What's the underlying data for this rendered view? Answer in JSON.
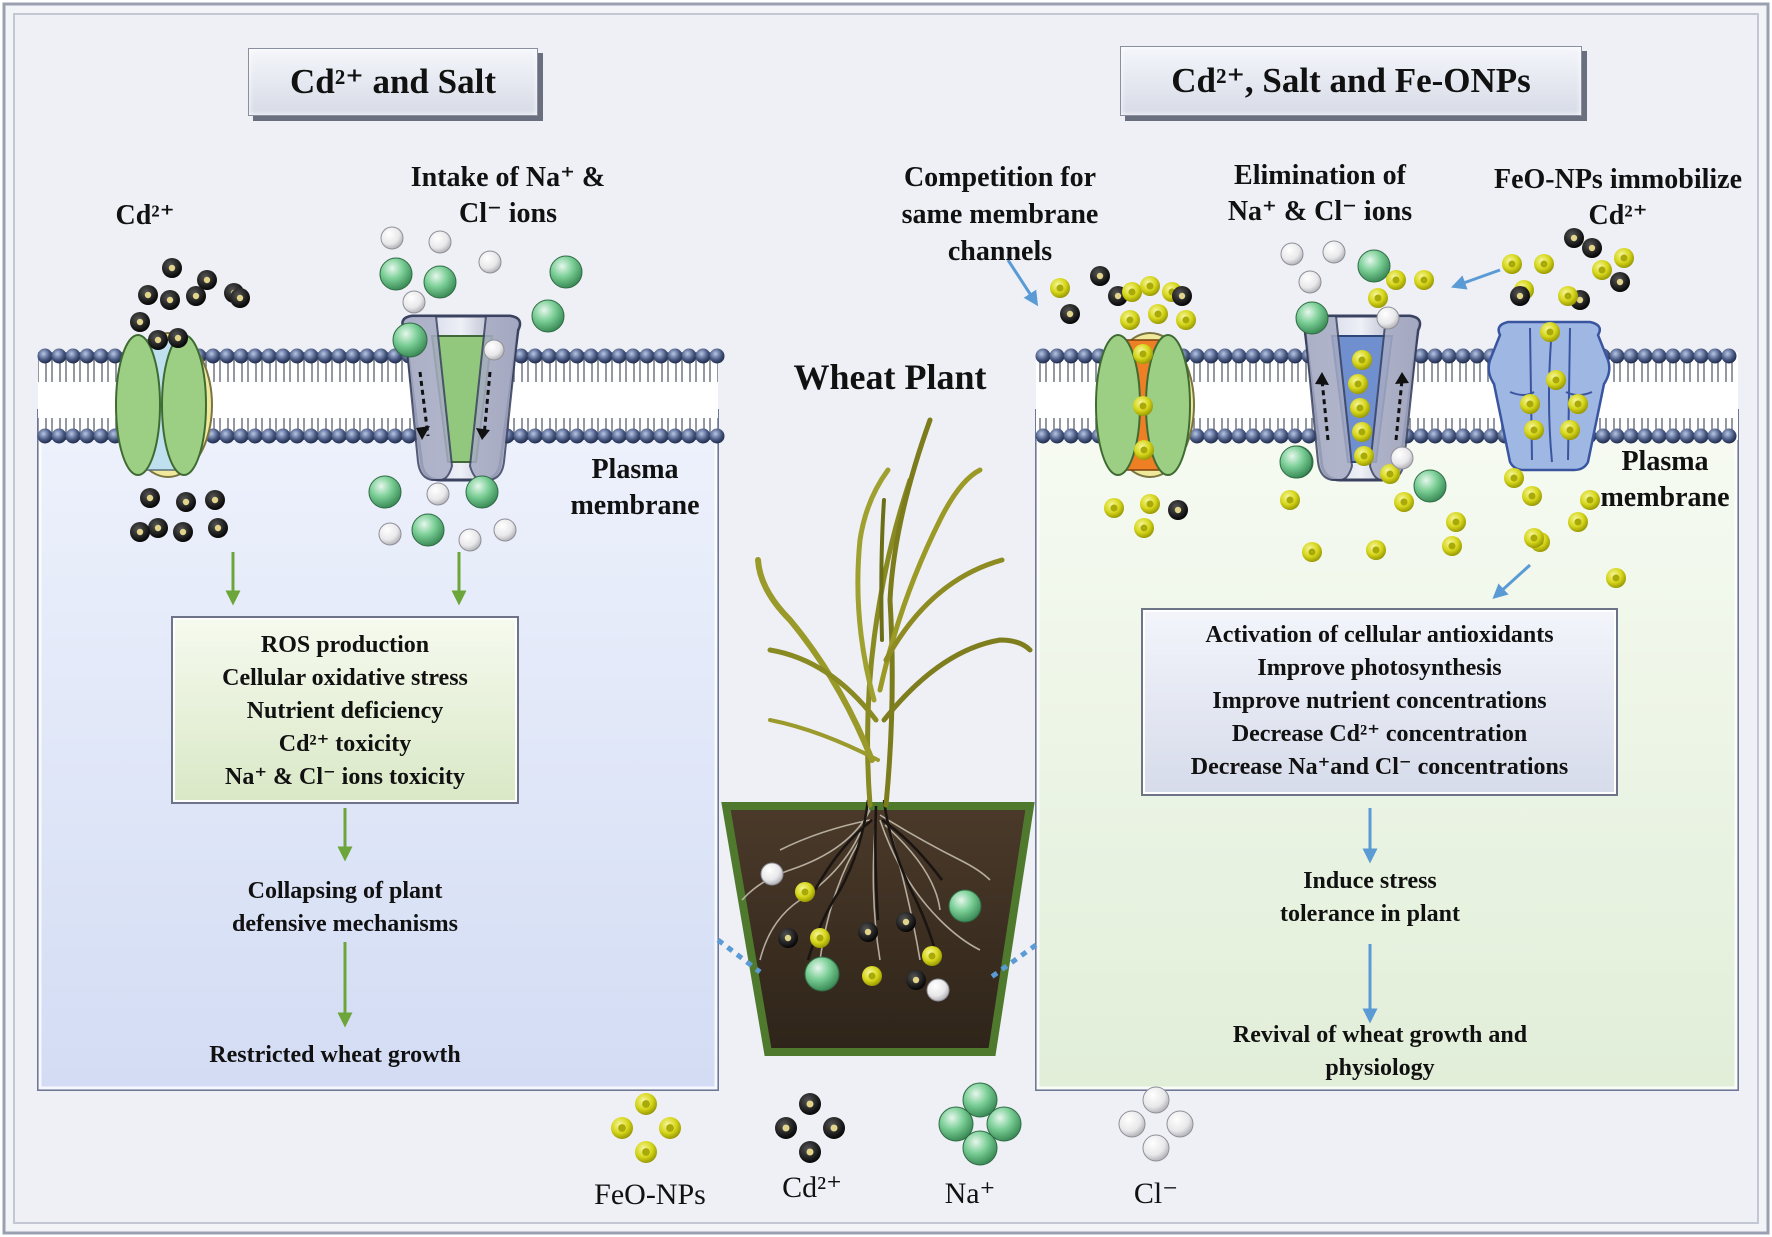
{
  "left_panel": {
    "title": "Cd²⁺ and Salt",
    "cd_label": "Cd²⁺",
    "intake_label_line1": "Intake of Na⁺ &",
    "intake_label_line2": "Cl⁻ ions",
    "membrane_label_line1": "Plasma",
    "membrane_label_line2": "membrane",
    "effects": [
      "ROS production",
      "Cellular oxidative stress",
      "Nutrient deficiency",
      "Cd²⁺ toxicity",
      "Na⁺ & Cl⁻ ions toxicity"
    ],
    "step2_line1": "Collapsing of plant",
    "step2_line2": "defensive mechanisms",
    "step3": "Restricted wheat growth"
  },
  "center": {
    "title": "Wheat Plant"
  },
  "right_panel": {
    "title": "Cd²⁺, Salt and Fe-ONPs",
    "competition_line1": "Competition for",
    "competition_line2": "same membrane",
    "competition_line3": "channels",
    "elimination_line1": "Elimination of",
    "elimination_line2": "Na⁺ & Cl⁻ ions",
    "immobilize_line1": "FeO-NPs immobilize",
    "immobilize_line2": "Cd²⁺",
    "membrane_label_line1": "Plasma",
    "membrane_label_line2": "membrane",
    "effects": [
      "Activation of cellular antioxidants",
      "Improve photosynthesis",
      "Improve nutrient concentrations",
      "Decrease Cd²⁺ concentration",
      "Decrease Na⁺and Cl⁻ concentrations"
    ],
    "step2_line1": "Induce stress",
    "step2_line2": "tolerance in plant",
    "step3_line1": "Revival of wheat growth and",
    "step3_line2": "physiology"
  },
  "legend": {
    "items": [
      {
        "label": "FeO-NPs",
        "color": "#d9d91a"
      },
      {
        "label": "Cd²⁺",
        "color": "#111111"
      },
      {
        "label": "Na⁺",
        "color": "#5cb87a"
      },
      {
        "label": "Cl⁻",
        "color": "#dcdcdc"
      }
    ]
  },
  "colors": {
    "green_arrow": "#6ca53a",
    "blue_arrow": "#5b9bd5",
    "left_cell": "#dde4f7",
    "right_cell": "#eaf3e4"
  }
}
